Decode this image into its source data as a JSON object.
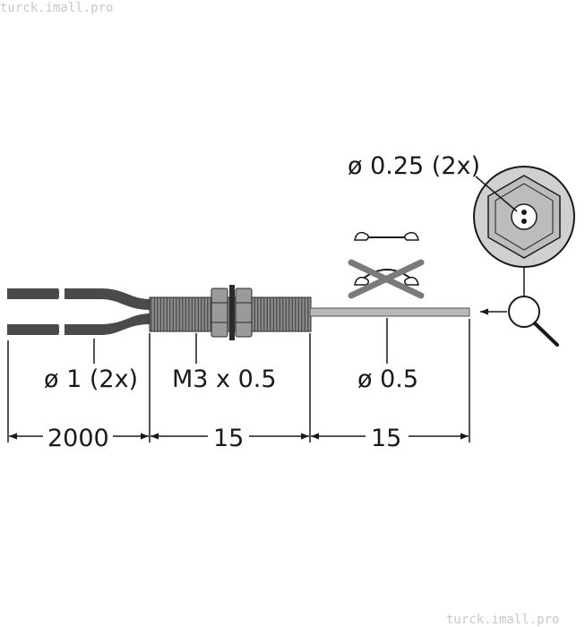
{
  "watermark_top": "turck.imall.pro",
  "watermark_bottom": "turck.imall.pro",
  "labels": {
    "fiber_core": "ø 0.25 (2x)",
    "cable_dia": "ø 1 (2x)",
    "thread": "M3 x 0.5",
    "probe_dia": "ø 0.5"
  },
  "dimensions": {
    "cable_length": "2000",
    "housing_length": "15",
    "probe_length": "15"
  },
  "icons": [
    "bend-allowed-icon",
    "bend-forbidden-icon",
    "magnifier-icon",
    "hex-end-view-icon"
  ],
  "colors": {
    "line": "#1a1a1a",
    "cable": "#4a4a4a",
    "body": "#7a7a7a",
    "probe": "#b0b0b0",
    "end_view_fill": "#d0d0d0"
  }
}
